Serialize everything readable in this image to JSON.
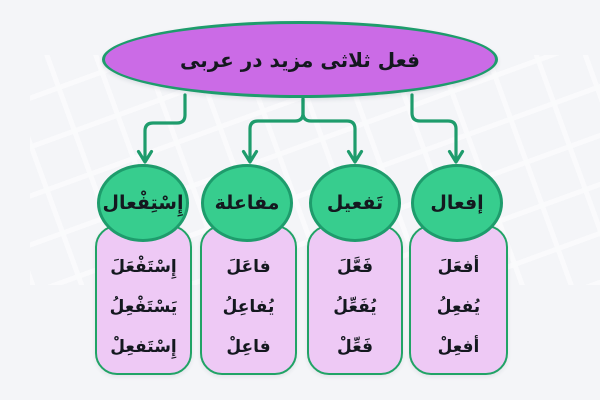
{
  "title": "فعل ثلاثی مزید در عربی",
  "columns": [
    {
      "label": "إِسْتِفْعال",
      "forms": [
        "إِسْتَفْعَلَ",
        "يَسْتَفْعِلُ",
        "إِسْتَفعِلْ"
      ]
    },
    {
      "label": "مفاعلة",
      "forms": [
        "فاعَلَ",
        "يُفاعِلُ",
        "فاعِلْ"
      ]
    },
    {
      "label": "تَفعيل",
      "forms": [
        "فَعَّلَ",
        "يُفَعِّلُ",
        "فَعِّلْ"
      ]
    },
    {
      "label": "إفعال",
      "forms": [
        "أفعَلَ",
        "يُفعِلُ",
        "أفعِلْ"
      ]
    }
  ],
  "colors": {
    "root_fill": "#cb6be6",
    "node_fill": "#37cd8e",
    "box_fill": "#eec9f5",
    "stroke_green": "#1e9c6c",
    "border_green": "#21a366",
    "text": "#14181f",
    "background": "#f4f5f8"
  }
}
